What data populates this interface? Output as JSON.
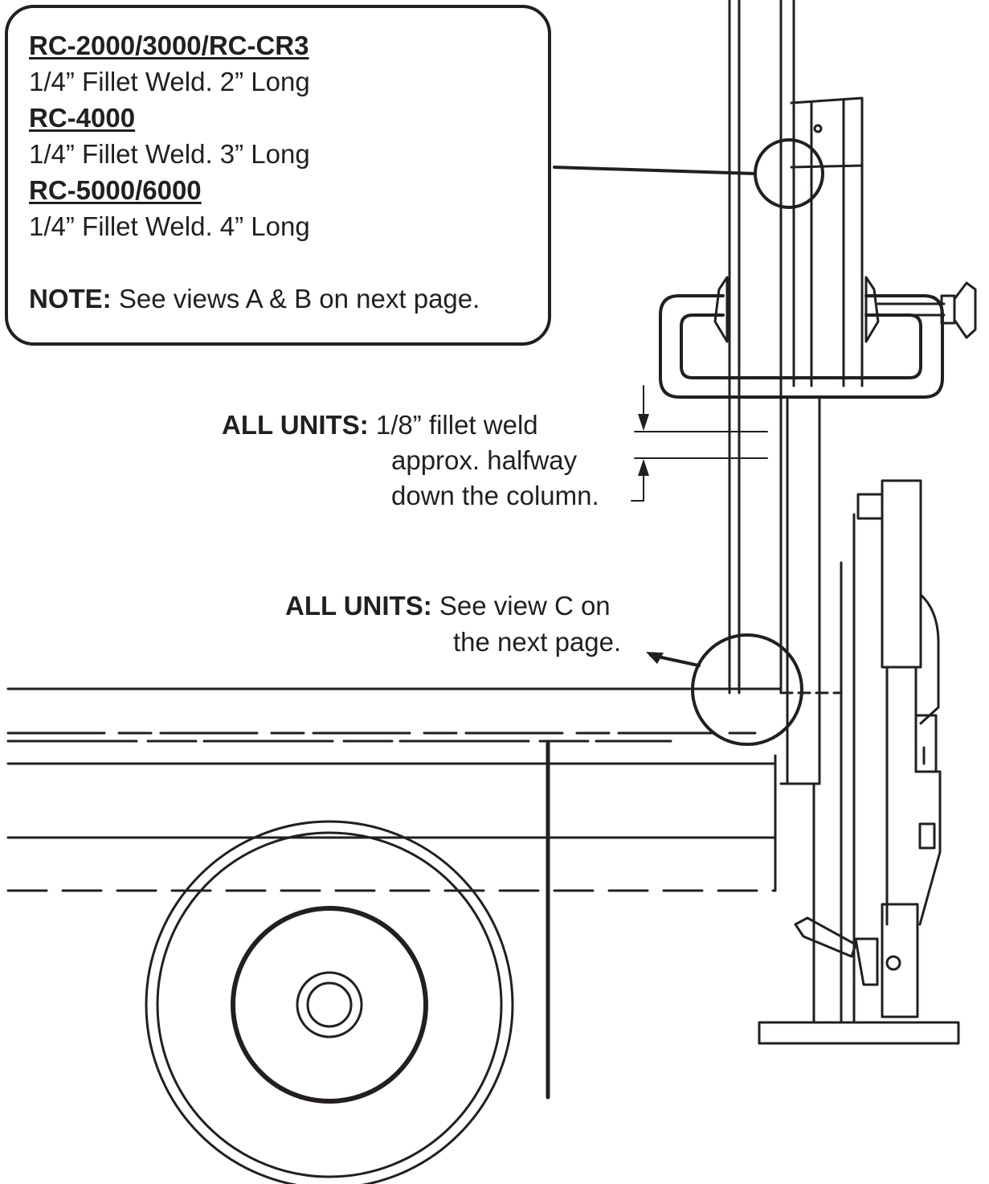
{
  "callout": {
    "heading_1": "RC-2000/3000/RC-CR3",
    "spec_1": "1/4” Fillet Weld. 2” Long",
    "heading_2": "RC-4000",
    "spec_2": "1/4” Fillet Weld. 3” Long",
    "heading_3": "RC-5000/6000",
    "spec_3": "1/4” Fillet Weld. 4” Long",
    "note_label": "NOTE:",
    "note_text": " See views A & B on next page."
  },
  "mid_weld": {
    "label": "ALL UNITS:",
    "line_1": " 1/8” fillet weld",
    "line_2": "approx. halfway",
    "line_3": "down the column."
  },
  "base_weld": {
    "label": "ALL UNITS:",
    "line_1": " See view C on",
    "line_2": "the next page."
  },
  "colors": {
    "ink": "#231f20",
    "background": "#ffffff"
  }
}
